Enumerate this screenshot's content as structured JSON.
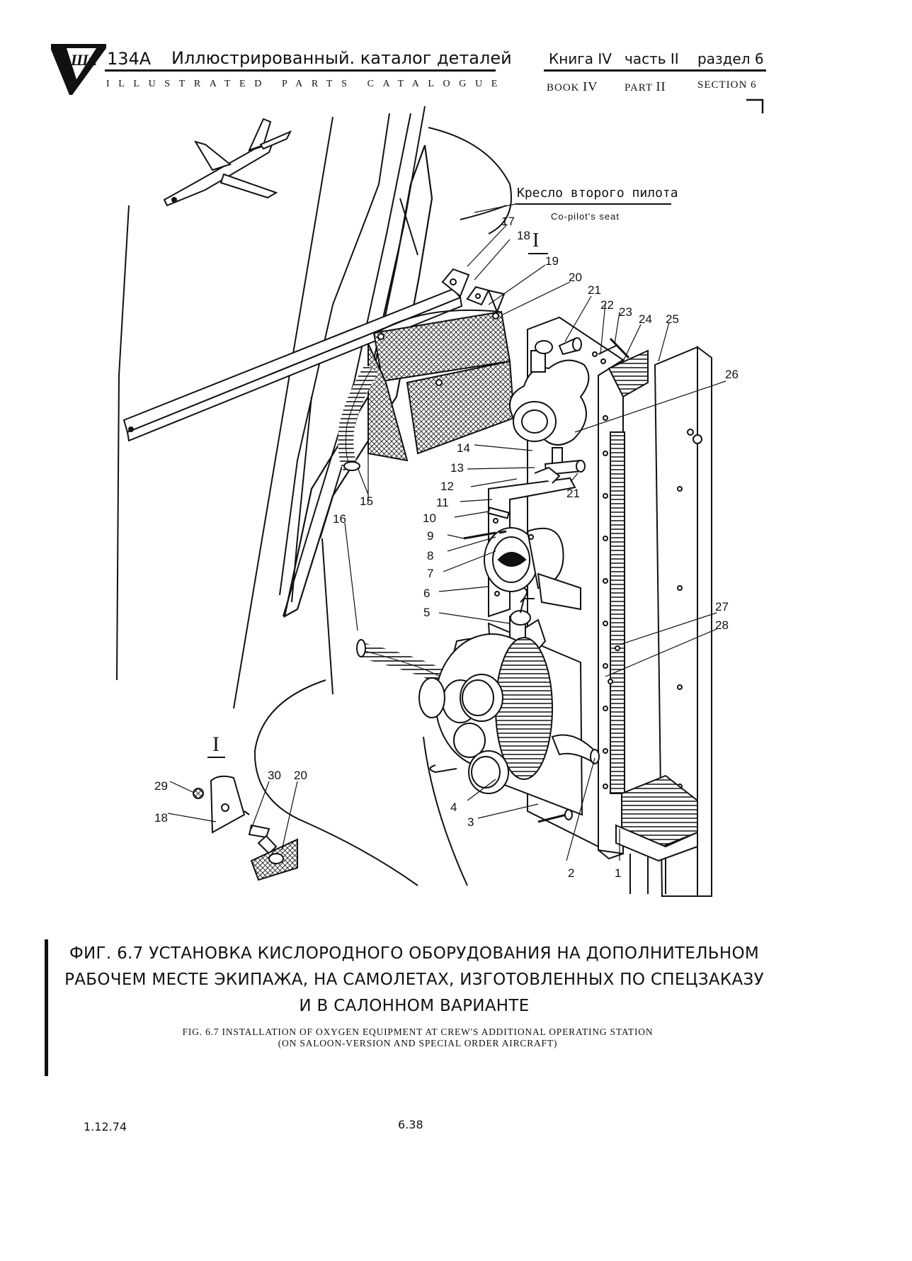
{
  "header": {
    "model": "134А",
    "title_ru": "Иллюстрированный. каталог деталей",
    "title_en": "ILLUSTRATED PARTS CATALOGUE",
    "book_ru_label": "Книга",
    "book_ru_value": "IV",
    "part_ru_label": "часть",
    "part_ru_value": "II",
    "section_ru": "раздел 6",
    "book_en_label": "BOOK",
    "book_en_value": "IV",
    "part_en_label": "PART",
    "part_en_value": "II",
    "section_en": "SECTION 6"
  },
  "figure": {
    "seat_label_ru": "Кресло второго пилота",
    "seat_label_en": "Co-pilot's seat",
    "detail_mark_main": "I",
    "detail_mark_inset": "I",
    "part_numbers": [
      "1",
      "2",
      "3",
      "4",
      "5",
      "6",
      "7",
      "8",
      "9",
      "10",
      "11",
      "12",
      "13",
      "14",
      "15",
      "16",
      "17",
      "18",
      "19",
      "20",
      "21",
      "21",
      "22",
      "23",
      "24",
      "25",
      "26",
      "27",
      "28",
      "29",
      "18",
      "30",
      "20"
    ]
  },
  "caption": {
    "ru_line1": "ФИГ. 6.7 УСТАНОВКА КИСЛОРОДНОГО ОБОРУДОВАНИЯ НА ДОПОЛНИТЕЛЬНОМ",
    "ru_line2": "РАБОЧЕМ МЕСТЕ ЭКИПАЖА, НА САМОЛЕТАХ, ИЗГОТОВЛЕННЫХ ПО СПЕЦЗАКАЗУ",
    "ru_line3": "И В САЛОННОМ ВАРИАНТЕ",
    "en_line1": "FIG. 6.7 INSTALLATION OF OXYGEN EQUIPMENT  AT CREW'S ADDITIONAL OPERATING STATION",
    "en_line2": "(ON SALOON-VERSION AND SPECIAL ORDER AIRCRAFT)"
  },
  "footer": {
    "date": "1.12.74",
    "page": "6.38"
  }
}
